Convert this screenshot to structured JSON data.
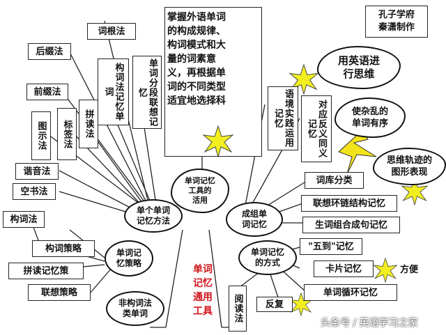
{
  "credit": "孔子学府\n秦潇制作",
  "center_cloud": "单词记忆\n工具的\n活用",
  "trunk": "单词\n记忆\n通用\n工具",
  "description": "掌握外语单词\n的构成规律、\n构词模式和大\n量的词素意\n义，再根据单\n词的不同类型\n适宜地选择科",
  "hub_single": "单个单词\n记忆方法",
  "hub_group": "成组单\n词记忆",
  "hub_strategy": "单词记\n忆策略",
  "hub_method": "单词记忆\n的方式",
  "non_root": "非构词法\n类单词",
  "single_methods": {
    "root": "词根法",
    "suffix": "后缀法",
    "prefix": "前缀法",
    "picture": "图示法",
    "tag": "标签法",
    "spell": "拼读法",
    "root_memory": "构词法记忆单词",
    "segment": "单词分段联想记忆",
    "homophone": "谐音法",
    "air_write": "空书法"
  },
  "strategies": {
    "root": "构词法",
    "root_strategy": "构词策略",
    "spell_strategy": "拼读记忆策",
    "assoc_strategy": "联想策略"
  },
  "group_methods": {
    "context": "语境实践运用记忆",
    "antonym": "对应反义同义记忆",
    "bank": "词库分类",
    "chain": "联想环链结构记忆",
    "phrase": "生词组合成句记忆",
    "five": "\"五到\"记忆",
    "card": "卡片记忆",
    "cycle": "单词循环记忆",
    "reading": "阅读法",
    "repeat": "反复"
  },
  "clouds": {
    "english": "用英语进\n行思维",
    "order": "使杂乱的\n单词有序",
    "graph": "思维轨迹的\n图形表现"
  },
  "convenient": "方便",
  "watermark": "头条号 / 英语学习之家",
  "colors": {
    "trunk_text": "#d0161b",
    "star": "#f2ee20",
    "bolt": "#f2e31a"
  }
}
